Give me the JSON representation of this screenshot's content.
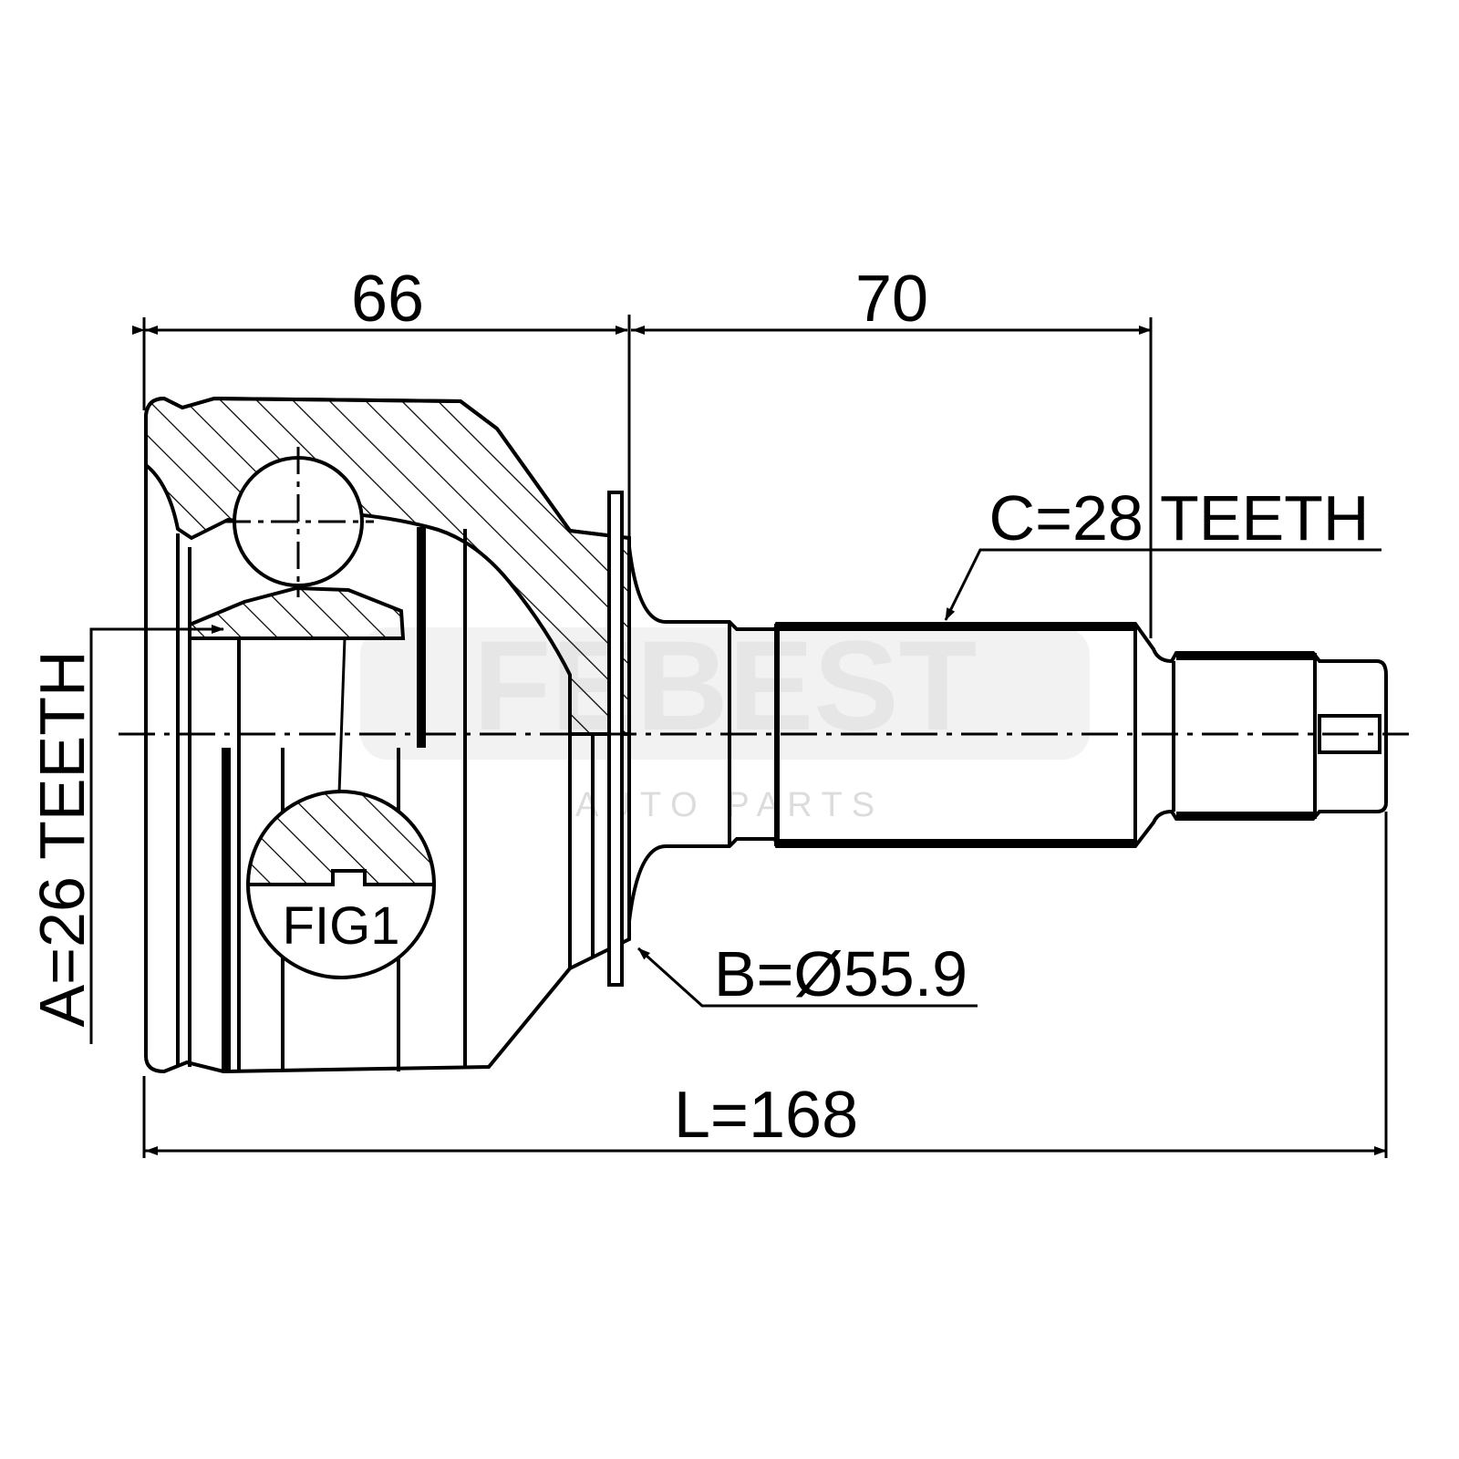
{
  "drawing": {
    "dimensions": {
      "housing_length": "66",
      "shaft_length": "70",
      "total_length": "L=168",
      "outer_spline": "C=28 TEETH",
      "inner_spline": "A=26 TEETH",
      "abs_ring_diameter": "B=Ø55.9"
    },
    "detail_label": "FIG1",
    "watermark": {
      "brand": "FEBEST",
      "tagline": "A U T O   P A R T S"
    },
    "colors": {
      "line": "#000000",
      "watermark": "#e6e6e6"
    }
  }
}
